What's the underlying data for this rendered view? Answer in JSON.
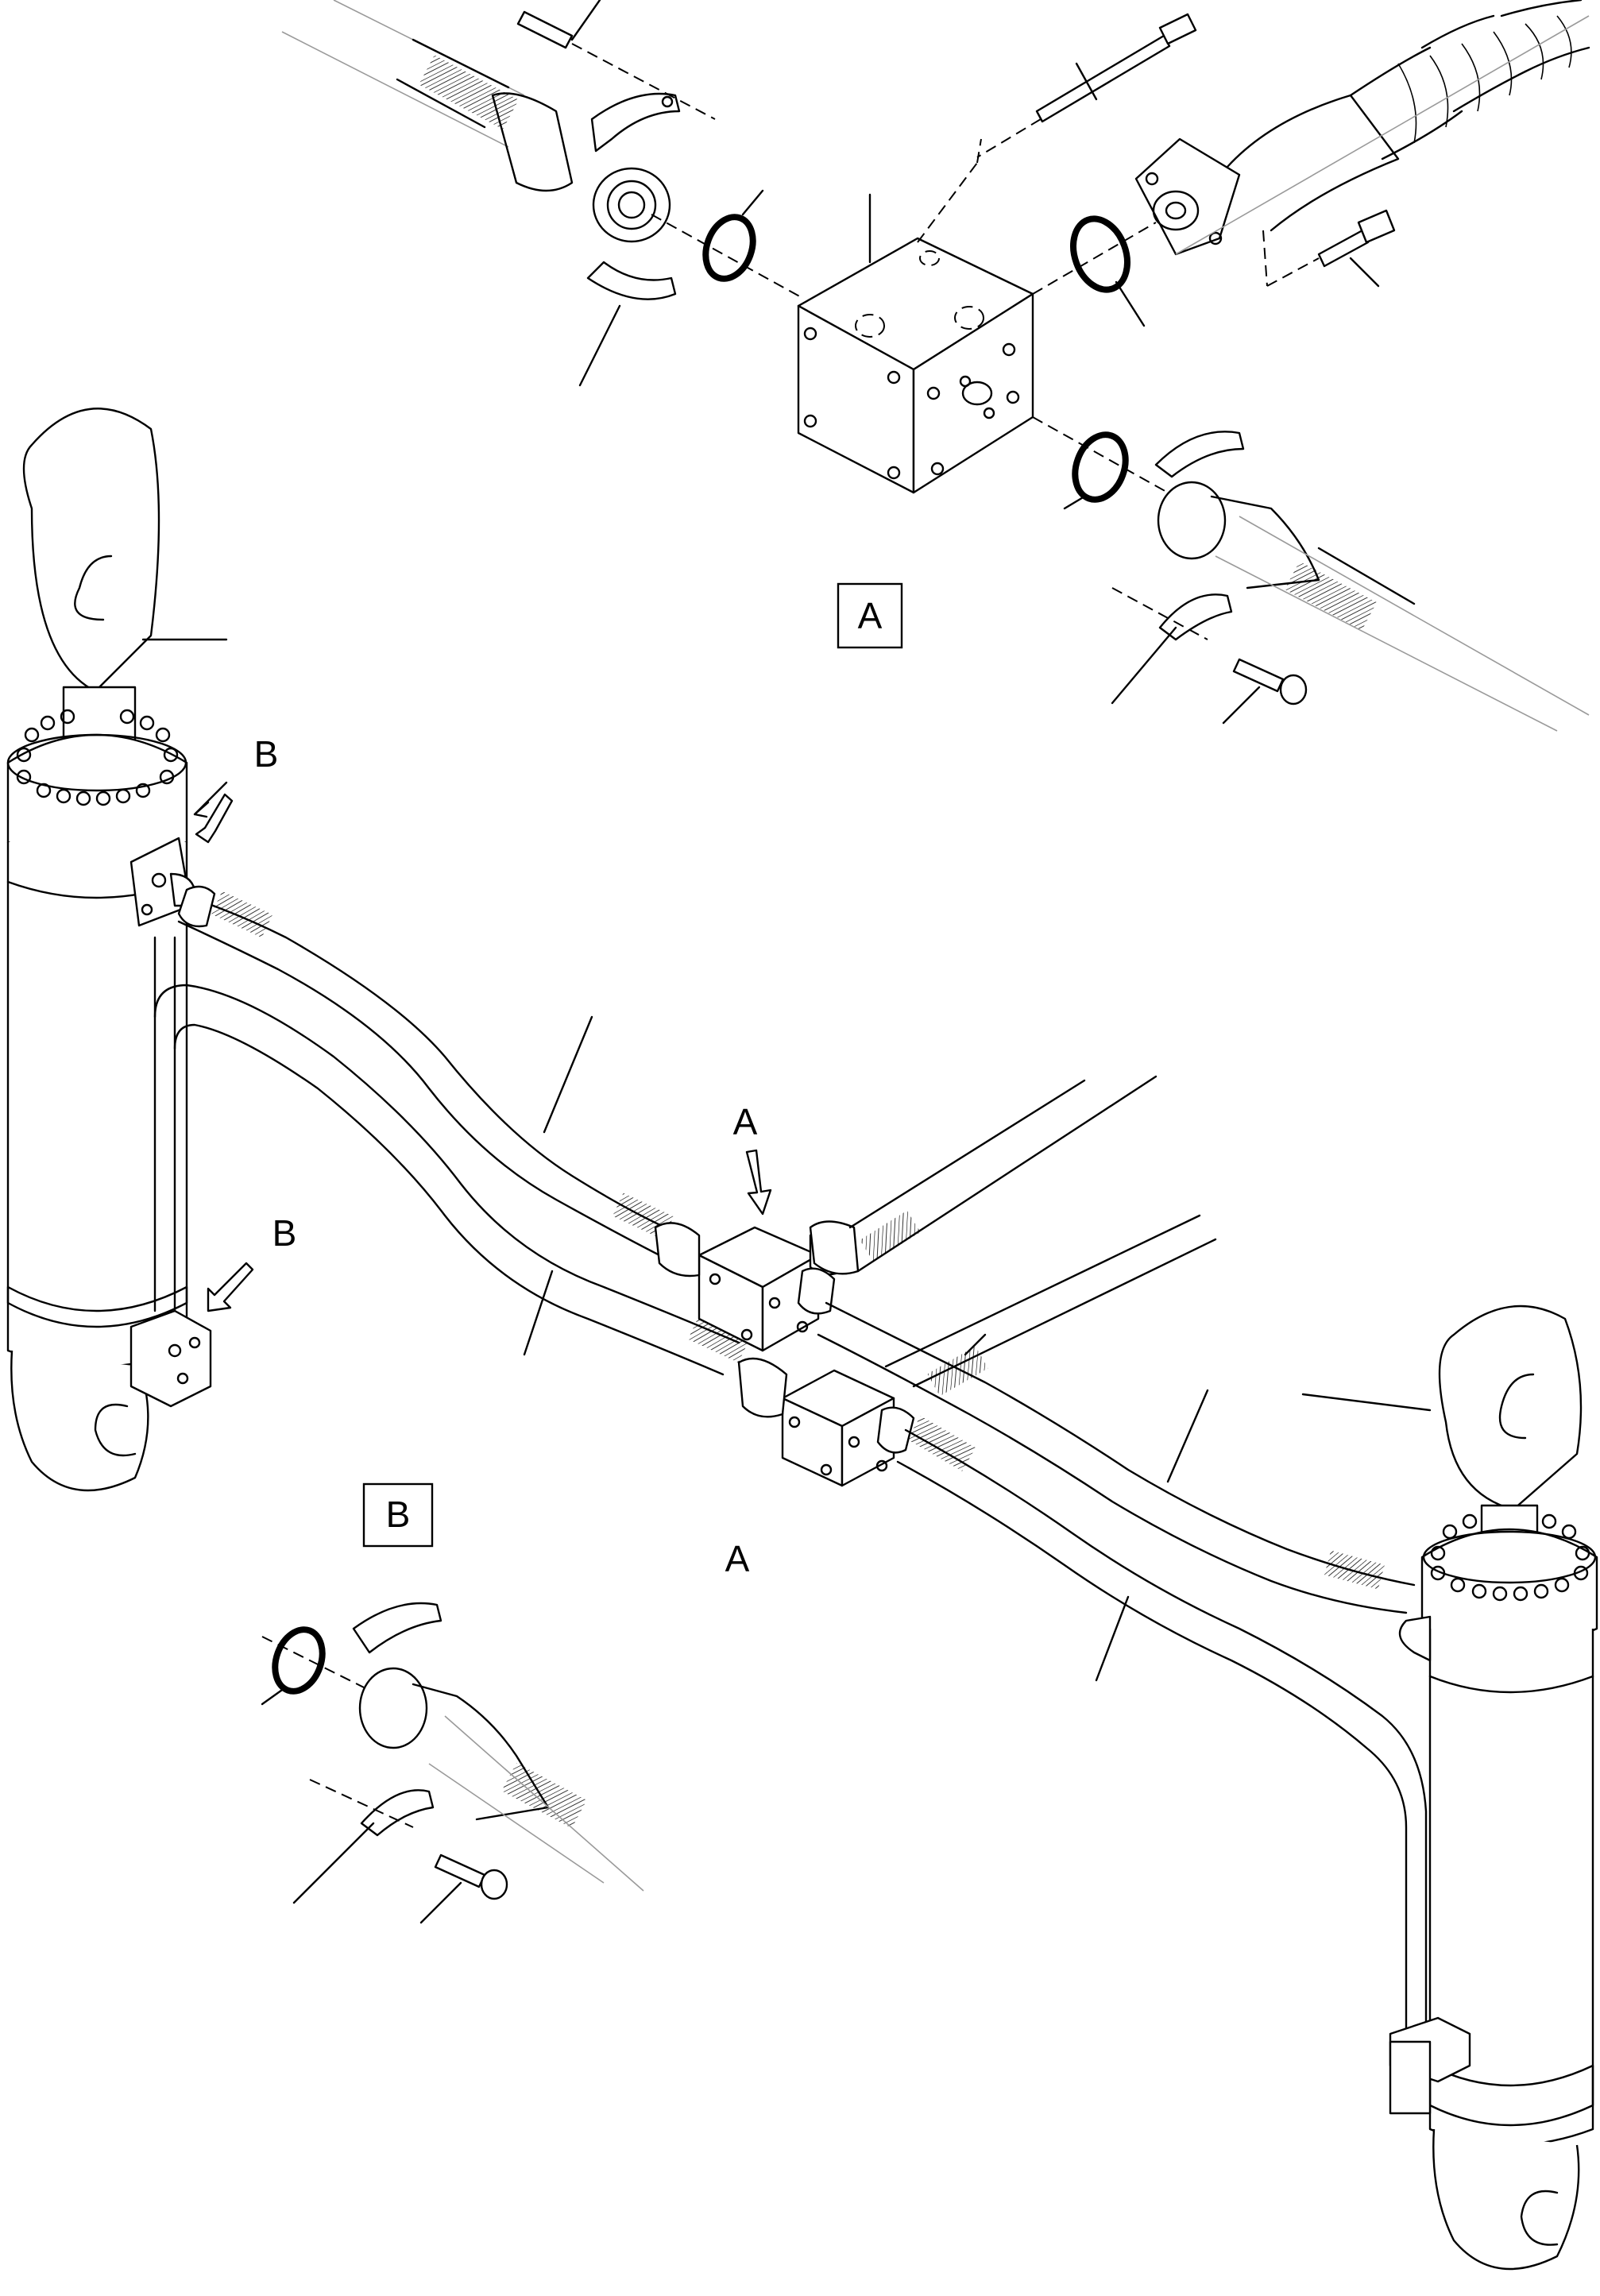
{
  "labels": {
    "detail_a_box": "A",
    "detail_b_box": "B",
    "arrow_b_upper": "B",
    "arrow_b_lower": "B",
    "arrow_a": "A",
    "label_a_center": "A"
  }
}
